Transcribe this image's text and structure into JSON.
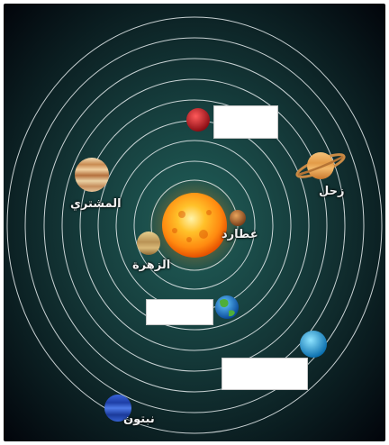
{
  "planets": {
    "jupiter": "المشتري",
    "saturn": "زحل",
    "mercury": "عطارد",
    "venus": "الزهرة",
    "neptune": "نبتون"
  },
  "answer_boxes": [
    {
      "for": "mars",
      "value": ""
    },
    {
      "for": "earth",
      "value": ""
    },
    {
      "for": "uranus",
      "value": ""
    }
  ],
  "colors": {
    "space_center": "#1f4a4a",
    "space_edge": "#03060d",
    "orbit": "#e8eef0",
    "sun_core": "#ffd23a",
    "sun_rim": "#ff6a00"
  }
}
